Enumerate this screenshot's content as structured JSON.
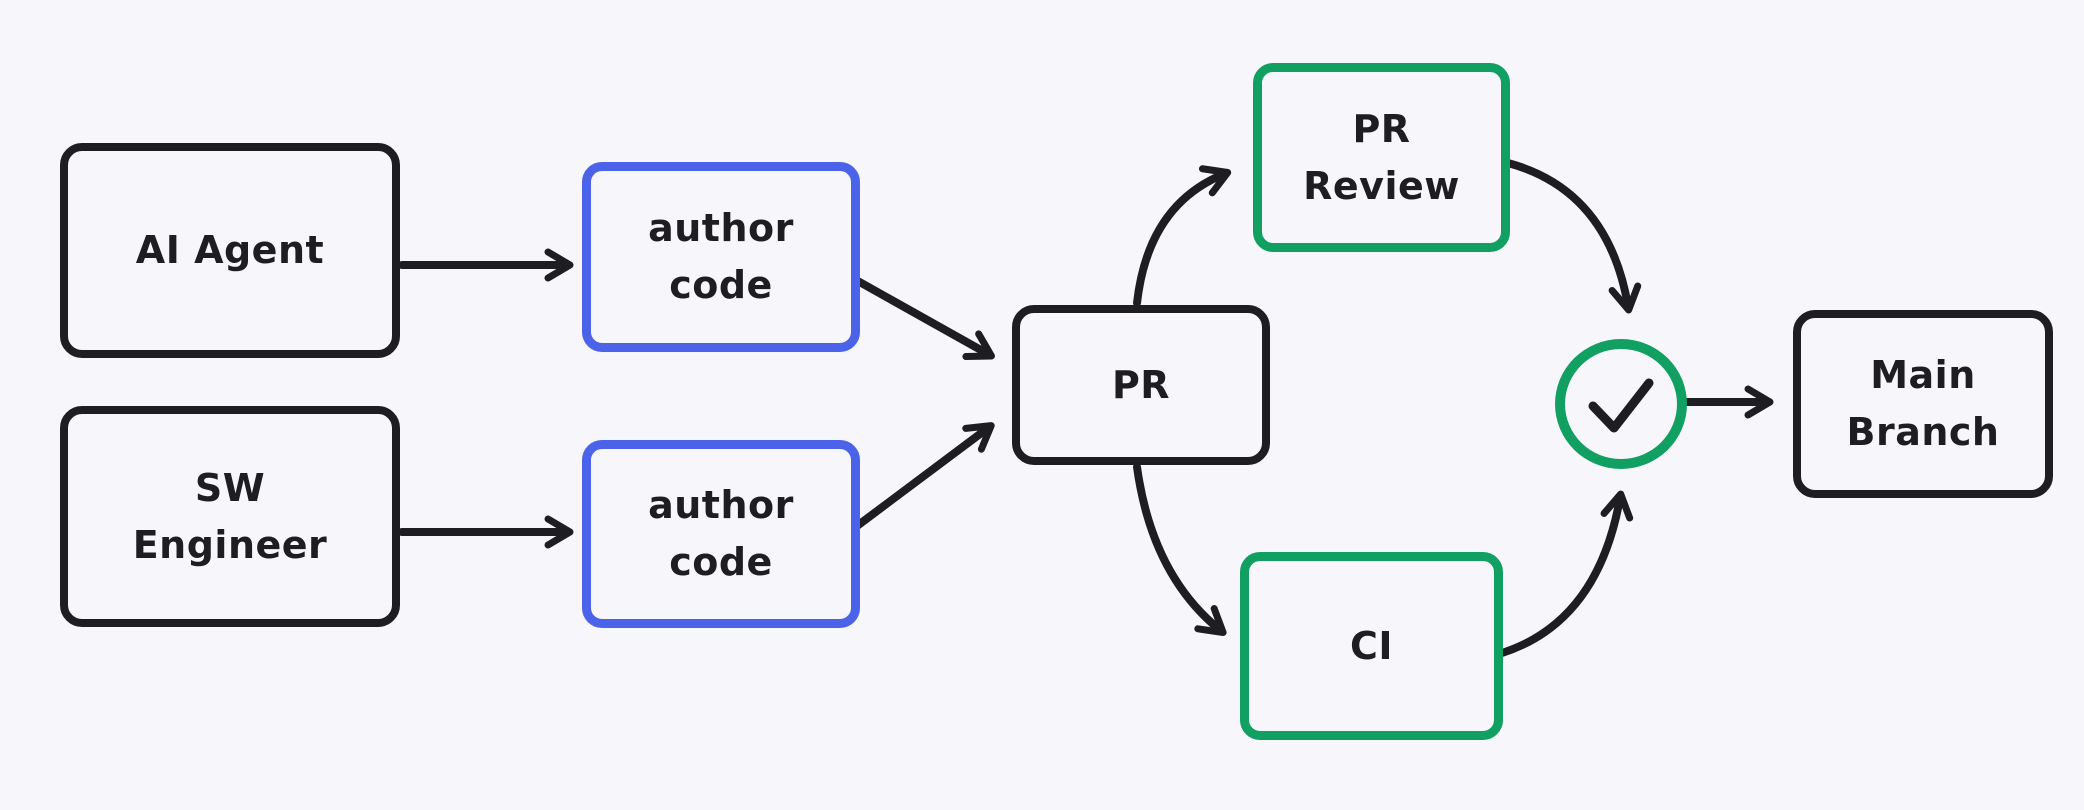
{
  "diagram": {
    "title": "PR workflow diagram",
    "background_color": "#f7f7fb",
    "colors": {
      "ink": "#1e1e22",
      "blue_box_border": "#4a63e8",
      "green_box_border": "#119f62"
    },
    "nodes": {
      "ai_agent": {
        "label": "AI Agent"
      },
      "sw_engineer": {
        "line1": "SW",
        "line2": "Engineer"
      },
      "author_code_top": {
        "line1": "author",
        "line2": "code"
      },
      "author_code_bottom": {
        "line1": "author",
        "line2": "code"
      },
      "pr": {
        "label": "PR"
      },
      "pr_review": {
        "line1": "PR",
        "line2": "Review"
      },
      "ci": {
        "label": "CI"
      },
      "approved_check": {
        "icon": "check-icon"
      },
      "main_branch": {
        "line1": "Main",
        "line2": "Branch"
      }
    },
    "edges": [
      {
        "from": "AI Agent",
        "to": "author code (top)"
      },
      {
        "from": "SW Engineer",
        "to": "author code (bottom)"
      },
      {
        "from": "author code (top)",
        "to": "PR"
      },
      {
        "from": "author code (bottom)",
        "to": "PR"
      },
      {
        "from": "PR",
        "to": "PR Review"
      },
      {
        "from": "PR",
        "to": "CI"
      },
      {
        "from": "PR Review",
        "to": "approved check"
      },
      {
        "from": "CI",
        "to": "approved check"
      },
      {
        "from": "approved check",
        "to": "Main Branch"
      }
    ]
  }
}
